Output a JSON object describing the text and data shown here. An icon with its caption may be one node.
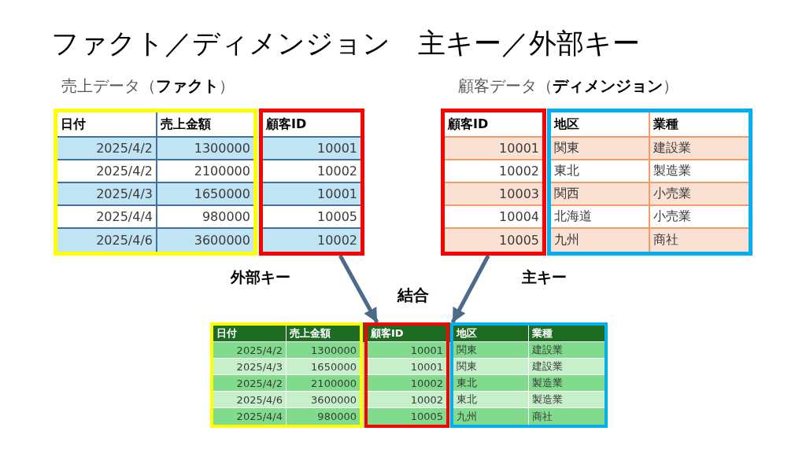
{
  "diagram": {
    "title": "ファクト／ディメンジョン　主キー／外部キー",
    "nodes": [
      {
        "text": [
          "売上データ（**ファクト**）"
        ]
      },
      {
        "text": [
          "日付",
          "売上金額",
          "2025/4/2",
          "1300000",
          "2025/4/2",
          "2100000",
          "2025/4/3",
          "1650000",
          "2025/4/4",
          "980000",
          "2025/4/6",
          "3600000"
        ],
        "in": 0
      },
      {
        "text": [
          "顧客ID",
          "10001",
          "10002",
          "10001",
          "10005",
          "10002"
        ],
        "in": 0,
        "beside": [
          "外部キー"
        ]
      },
      {
        "text": [
          "顧客データ（**ディメンジョン**）"
        ]
      },
      {
        "text": [
          "顧客ID",
          "10001",
          "10002",
          "10003",
          "10004",
          "10005"
        ],
        "in": 3,
        "beside": [
          "主キー"
        ]
      },
      {
        "text": [
          "地区",
          "業種",
          "関東",
          "建設業",
          "東北",
          "製造業",
          "関西",
          "小売業",
          "北海道",
          "小売業",
          "九州",
          "商社"
        ],
        "in": 3
      },
      {
        "text": [],
        "shape": "box"
      },
      {
        "text": [
          "日付",
          "売上金額",
          "2025/4/2",
          "1300000",
          "2025/4/3",
          "1650000",
          "2025/4/2",
          "2100000",
          "2025/4/6",
          "3600000",
          "2025/4/4",
          "980000"
        ],
        "in": 6
      },
      {
        "text": [
          "顧客ID",
          "10001",
          "10001",
          "10002",
          "10002",
          "10005"
        ],
        "in": 6
      },
      {
        "text": [
          "地区",
          "業種",
          "関東",
          "建設業",
          "関東",
          "建設業",
          "東北",
          "製造業",
          "東北",
          "製造業",
          "九州",
          "商社"
        ],
        "in": 6
      }
    ],
    "edges": [
      {
        "from": 2,
        "to": 6,
        "arrow": "to"
      },
      {
        "from": 4,
        "to": 6,
        "arrow": "to"
      }
    ],
    "labels": [
      "結合"
    ]
  }
}
